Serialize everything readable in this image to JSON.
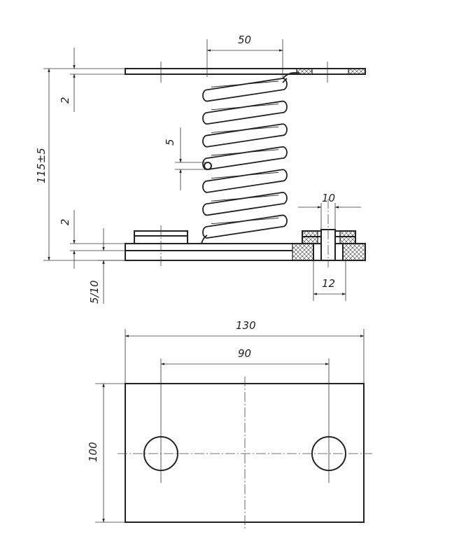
{
  "dimensions": {
    "coil_diameter": "50",
    "wire_diameter": "5",
    "plate_thickness_top": "2",
    "plate_thickness_bottom": "2",
    "overall_height": "115±5",
    "base_thickness": "5/10",
    "bolt_width": "10",
    "hole_width": "12",
    "plate_length": "130",
    "hole_spacing": "90",
    "plate_width": "100"
  },
  "colors": {
    "line": "#222222",
    "background": "#ffffff"
  }
}
